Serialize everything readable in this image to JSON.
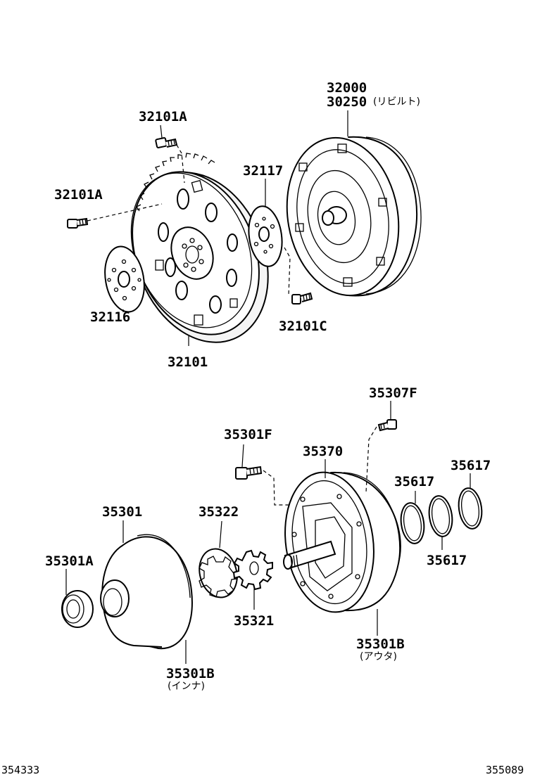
{
  "labels": {
    "p32000": "32000",
    "p30250": "30250",
    "p30250_note": "(リビルト)",
    "p32101A_top": "32101A",
    "p32101A_left": "32101A",
    "p32117": "32117",
    "p32116": "32116",
    "p32101C": "32101C",
    "p32101": "32101",
    "p35307F": "35307F",
    "p35301F": "35301F",
    "p35370": "35370",
    "p35617_a": "35617",
    "p35617_b": "35617",
    "p35617_c": "35617",
    "p35301": "35301",
    "p35322": "35322",
    "p35301A": "35301A",
    "p35321": "35321",
    "p35301B_outer": "35301B",
    "p35301B_outer_note": "(アウタ)",
    "p35301B_inner": "35301B",
    "p35301B_inner_note": "(インナ)"
  },
  "figure_codes": {
    "left": "354333",
    "right": "355089"
  }
}
